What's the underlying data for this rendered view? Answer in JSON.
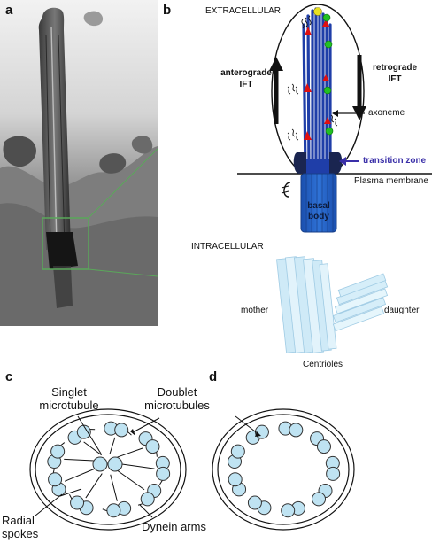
{
  "panels": {
    "a": "a",
    "b": "b",
    "c": "c",
    "d": "d"
  },
  "panel_b": {
    "extracellular": "EXTRACELLULAR",
    "anterograde_line1": "anterograde",
    "anterograde_line2": "IFT",
    "retrograde_line1": "retrograde",
    "retrograde_line2": "IFT",
    "axoneme": "axoneme",
    "transition_zone": "transition zone",
    "plasma_membrane": "Plasma membrane",
    "basal_line1": "basal",
    "basal_line2": "body",
    "intracellular": "INTRACELLULAR",
    "mother": "mother",
    "daughter": "daughter",
    "centrioles": "Centrioles"
  },
  "panel_c": {
    "singlet_line1": "Singlet",
    "singlet_line2": "microtubule",
    "doublet_line1": "Doublet",
    "doublet_line2": "microtubules",
    "radial_line1": "Radial",
    "radial_line2": "spokes",
    "dynein": "Dynein arms"
  },
  "colors": {
    "axoneme_blue": "#1f3ea8",
    "basal_blue": "#1f5fc0",
    "ift_red": "#e01010",
    "ift_green": "#22c022",
    "ift_yellow": "#e8e020",
    "transition_purple": "#3a2fa8",
    "tubule_fill": "#bfe3f2",
    "centriole_fill": "#cfeaf7",
    "em_box_green": "#5aa85a"
  }
}
